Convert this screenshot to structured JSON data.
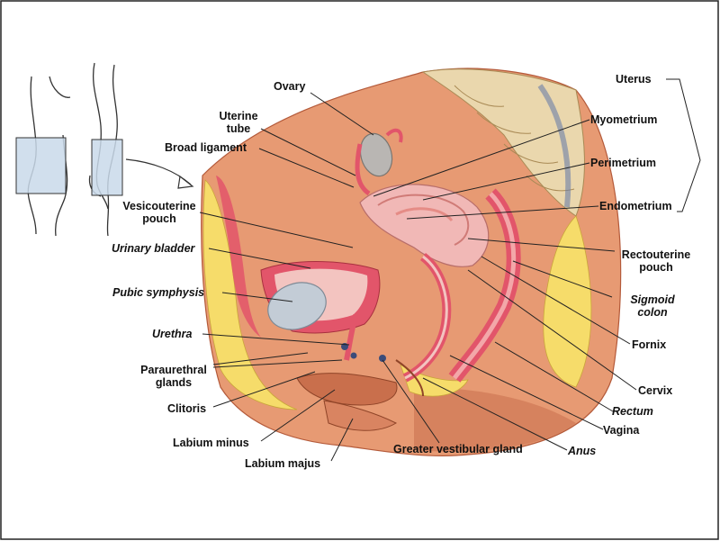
{
  "labels": {
    "ovary": "Ovary",
    "uterine_tube": "Uterine\ntube",
    "broad_ligament": "Broad ligament",
    "vesicouterine_pouch": "Vesicouterine\npouch",
    "urinary_bladder": "Urinary bladder",
    "pubic_symphysis": "Pubic symphysis",
    "urethra": "Urethra",
    "paraurethral_glands": "Paraurethral\nglands",
    "clitoris": "Clitoris",
    "labium_minus": "Labium minus",
    "labium_majus": "Labium majus",
    "greater_vestibular_gland": "Greater vestibular gland",
    "uterus": "Uterus",
    "myometrium": "Myometrium",
    "perimetrium": "Perimetrium",
    "endometrium": "Endometrium",
    "rectouterine_pouch": "Rectouterine\npouch",
    "sigmoid_colon": "Sigmoid\ncolon",
    "fornix": "Fornix",
    "cervix": "Cervix",
    "rectum": "Rectum",
    "vagina": "Vagina",
    "anus": "Anus"
  },
  "colors": {
    "skin": "#e79a73",
    "skin_dark": "#c96f4c",
    "fat": "#f6dc6a",
    "muscle": "#e2556a",
    "uterus": "#f1b8b6",
    "bladder": "#c3ccd6",
    "bone": "#ead7ad",
    "inset": "#c9d9ea"
  }
}
